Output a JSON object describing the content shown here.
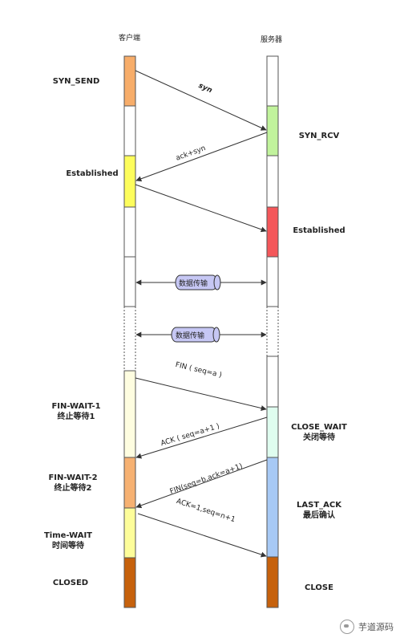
{
  "headers": {
    "client": "客户端",
    "server": "服务器"
  },
  "client_states": [
    {
      "id": "syn-send",
      "lines": [
        "SYN_SEND"
      ]
    },
    {
      "id": "established",
      "lines": [
        "Established"
      ]
    },
    {
      "id": "fin-wait-1",
      "lines": [
        "FIN-WAIT-1",
        "终止等待1"
      ]
    },
    {
      "id": "fin-wait-2",
      "lines": [
        "FIN-WAIT-2",
        "终止等待2"
      ]
    },
    {
      "id": "time-wait",
      "lines": [
        "Time-WAIT",
        "时间等待"
      ]
    },
    {
      "id": "closed",
      "lines": [
        "CLOSED"
      ]
    }
  ],
  "server_states": [
    {
      "id": "syn-rcv",
      "lines": [
        "SYN_RCV"
      ]
    },
    {
      "id": "established",
      "lines": [
        "Established"
      ]
    },
    {
      "id": "close-wait",
      "lines": [
        "CLOSE_WAIT",
        "关闭等待"
      ]
    },
    {
      "id": "last-ack",
      "lines": [
        "LAST_ACK",
        "最后确认"
      ]
    },
    {
      "id": "close",
      "lines": [
        "CLOSE"
      ]
    }
  ],
  "messages": {
    "syn": "syn",
    "ack_syn": "ack+syn",
    "data_transfer_1": "数据传输",
    "data_transfer_2": "数据传输",
    "fin": "FIN ( seq=a )",
    "ack_fin": "ACK ( seq=a+1 )",
    "fin_server": "FIN(seq=b,ack=a+1)",
    "final_ack": "ACK=1,seq=n+1"
  },
  "colors": {
    "client_syn_send": "#f7ad6a",
    "client_established": "#fdfd5c",
    "client_fin_wait_1": "#fefde0",
    "client_fin_wait_2": "#f6b172",
    "client_time_wait": "#fdfd9a",
    "client_closed": "#c6610c",
    "server_syn_rcv": "#c1f39c",
    "server_established": "#f4575a",
    "server_close_wait": "#dffdef",
    "server_last_ack": "#a7c9f5",
    "server_close": "#c6610c",
    "pill_fill": "#c6c7f4",
    "line": "#333333"
  },
  "watermark": "芋道源码"
}
